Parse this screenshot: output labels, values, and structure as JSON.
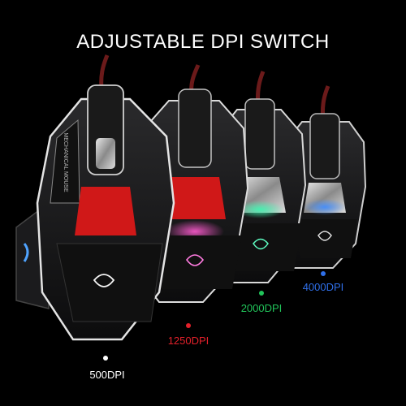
{
  "title": "ADJUSTABLE DPI SWITCH",
  "mice": [
    {
      "dpi": "500DPI",
      "color": "#ffffff"
    },
    {
      "dpi": "1250DPI",
      "color": "#e3202a"
    },
    {
      "dpi": "2000DPI",
      "color": "#21c45a"
    },
    {
      "dpi": "4000DPI",
      "color": "#2f6fe8"
    }
  ],
  "side_text": "MECHANICAL MOUSE",
  "icons": [
    "eagle-logo-icon"
  ]
}
